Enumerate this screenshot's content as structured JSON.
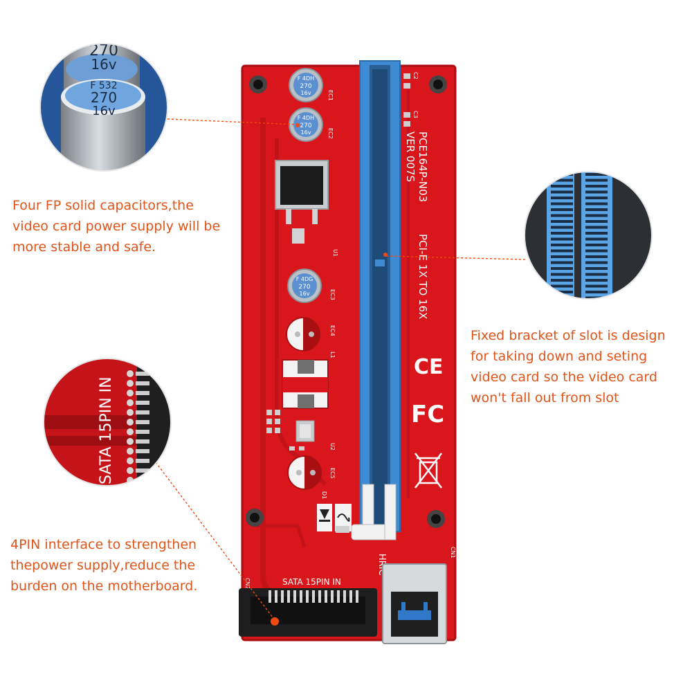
{
  "colors": {
    "pcb": "#d9161b",
    "pcb_dark": "#a80e12",
    "slot_blue": "#3f8bd3",
    "caption_orange": "#e0541a",
    "callout_dot": "#f04a12"
  },
  "captions": {
    "capacitors": "Four FP solid capacitors,the\nvideo card power supply will be\nmore stable and safe.",
    "bracket": "Fixed bracket of slot is design\nfor taking down and seting\nvideo card so the video card\nwon't fall out from slot",
    "power": "4PIN interface to strengthen\nthepower supply,reduce the\nburden on the motherboard."
  },
  "board": {
    "model": "PCE164P-N03",
    "version": "VER 007S",
    "spec": "PCI-E 1X TO 16X",
    "connector_label": "SATA 15PIN IN",
    "brand": "HRIC",
    "cap_text": [
      "F 4DH",
      "270",
      "16v"
    ],
    "cap3_text": [
      "F 4DG",
      "270",
      "16v"
    ],
    "labels": {
      "ec1": "EC1",
      "ec2": "EC2",
      "ec3": "EC3",
      "ec4": "EC4",
      "ec5": "EC5",
      "u1": "U1",
      "u2": "U2",
      "l1": "L1",
      "d1": "D1",
      "c2": "C2",
      "c3": "C3",
      "cn1": "CN1",
      "cn2": "CN2",
      "ce": "CE",
      "fc": "FC"
    }
  },
  "zoom_capacitor": {
    "text": [
      "270",
      "16v",
      "F 532",
      "270",
      "16v"
    ]
  },
  "zoom_connector": {
    "label": "SATA 15PIN IN"
  }
}
